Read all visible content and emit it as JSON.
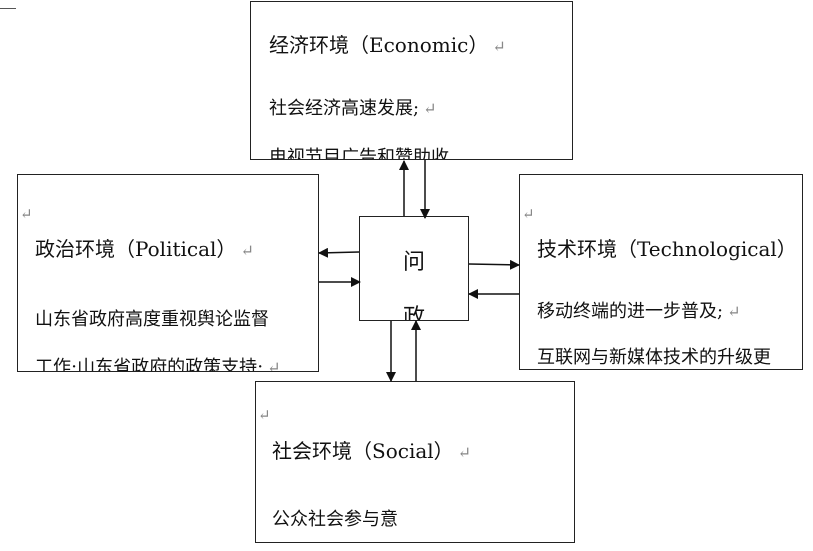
{
  "economic": {
    "title": "经济环境（Economic）",
    "line1": "社会经济高速发展;",
    "line2": "电视节目广告和赞助收"
  },
  "political": {
    "title": "政治环境（Political）",
    "line1": "山东省政府高度重视舆论监督",
    "line2": "工作;山东省政府的政策支持;"
  },
  "technological": {
    "title": "技术环境（Technological）",
    "line1": "移动终端的进一步普及;",
    "line2": "互联网与新媒体技术的升级更"
  },
  "social": {
    "title": "社会环境（Social）",
    "line1": "公众社会参与意"
  },
  "center": {
    "char1": "问",
    "char2": "政"
  },
  "return_mark": "↵"
}
